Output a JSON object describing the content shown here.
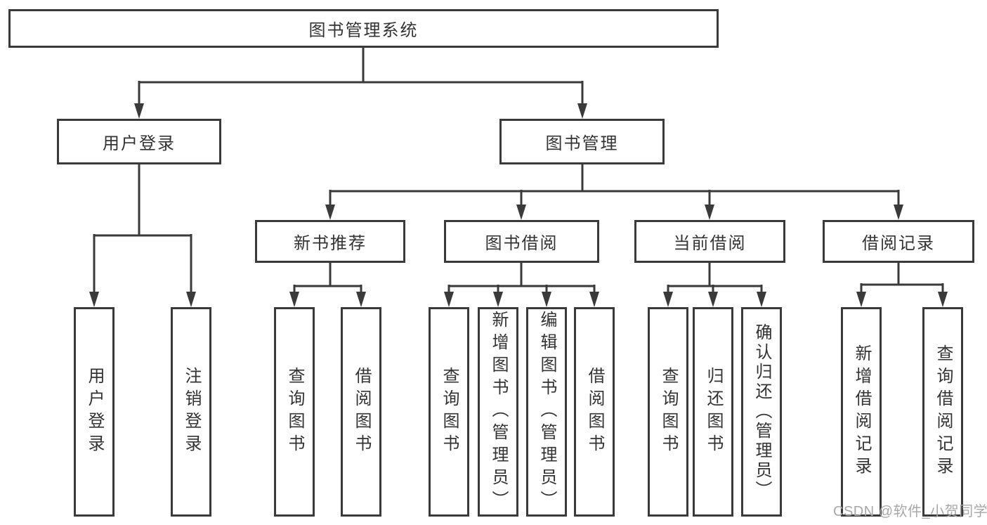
{
  "colors": {
    "line": "#3a3a3a",
    "text": "#333333",
    "watermark": "#a8a8a8"
  },
  "diagram": {
    "root": "图书管理系统",
    "branches": [
      {
        "label": "用户登录",
        "children": [
          {
            "label": "用户登录"
          },
          {
            "label": "注销登录"
          }
        ]
      },
      {
        "label": "图书管理",
        "children": [
          {
            "label": "新书推荐",
            "children": [
              {
                "label": "查询图书"
              },
              {
                "label": "借阅图书"
              }
            ]
          },
          {
            "label": "图书借阅",
            "children": [
              {
                "label": "查询图书"
              },
              {
                "label": "新增图书（管理员）"
              },
              {
                "label": "编辑图书（管理员）"
              },
              {
                "label": "借阅图书"
              }
            ]
          },
          {
            "label": "当前借阅",
            "children": [
              {
                "label": "查询图书"
              },
              {
                "label": "归还图书"
              },
              {
                "label": "确认归还（管理员）"
              }
            ]
          },
          {
            "label": "借阅记录",
            "children": [
              {
                "label": "新增借阅记录"
              },
              {
                "label": "查询借阅记录"
              }
            ]
          }
        ]
      }
    ]
  },
  "watermark": "CSDN @软件_小贺同学"
}
